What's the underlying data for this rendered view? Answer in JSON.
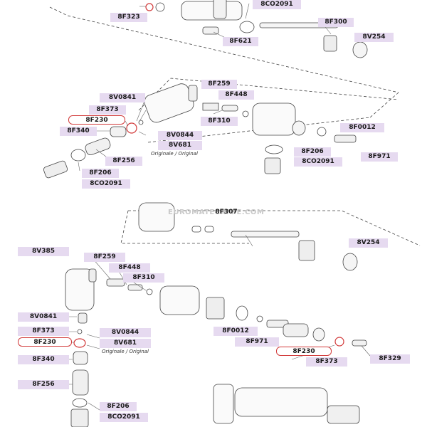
{
  "watermark": "EUROMATECAFFE.COM",
  "note_originale": "Originale / Original",
  "labels": {
    "p8F323": "8F323",
    "p8CO2091_top": "8CO2091",
    "p8F300": "8F300",
    "p8V254_top": "8V254",
    "p8F621": "8F621",
    "p8F259_a": "8F259",
    "p8F448_a": "8F448",
    "p8V0841_a": "8V0841",
    "p8F373_a": "8F373",
    "p8F230_a": "8F230",
    "p8F340_a": "8F340",
    "p8V0844_a": "8V0844",
    "p8V681_a": "8V681",
    "p8F310_a": "8F310",
    "p8F0012_a": "8F0012",
    "p8F971_a": "8F971",
    "p8F206_a": "8F206",
    "p8CO2091_a": "8CO2091",
    "p8F256_a": "8F256",
    "p8F206_b": "8F206",
    "p8CO2091_b": "8CO2091",
    "p8F307": "8F307",
    "p8V254_b": "8V254",
    "p8V385": "8V385",
    "p8F259_b": "8F259",
    "p8F448_b": "8F448",
    "p8F310_b": "8F310",
    "p8V0841_b": "8V0841",
    "p8F373_b": "8F373",
    "p8F230_b": "8F230",
    "p8V0844_b": "8V0844",
    "p8V681_b": "8V681",
    "p8F340_b": "8F340",
    "p8F0012_b": "8F0012",
    "p8F971_b": "8F971",
    "p8F230_c": "8F230",
    "p8F329": "8F329",
    "p8F373_c": "8F373",
    "p8F256_b": "8F256",
    "p8F206_c": "8F206",
    "p8CO2091_c": "8CO2091"
  }
}
